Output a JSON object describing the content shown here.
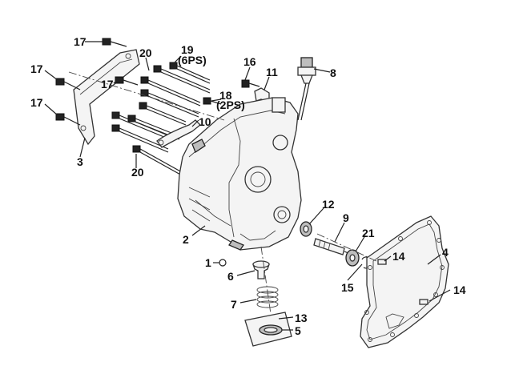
{
  "callouts": {
    "c1": "1",
    "c2": "2",
    "c3": "3",
    "c4": "4",
    "c5": "5",
    "c6": "6",
    "c7": "7",
    "c8": "8",
    "c9": "9",
    "c10": "10",
    "c11": "11",
    "c12": "12",
    "c13": "13",
    "c14a": "14",
    "c14b": "14",
    "c15": "15",
    "c16": "16",
    "c17a": "17",
    "c17b": "17",
    "c17c": "17",
    "c17d": "17",
    "c18": "18",
    "c18q": "(2PS)",
    "c19": "19",
    "c19q": "(6PS)",
    "c20a": "20",
    "c20b": "20",
    "c21": "21"
  }
}
